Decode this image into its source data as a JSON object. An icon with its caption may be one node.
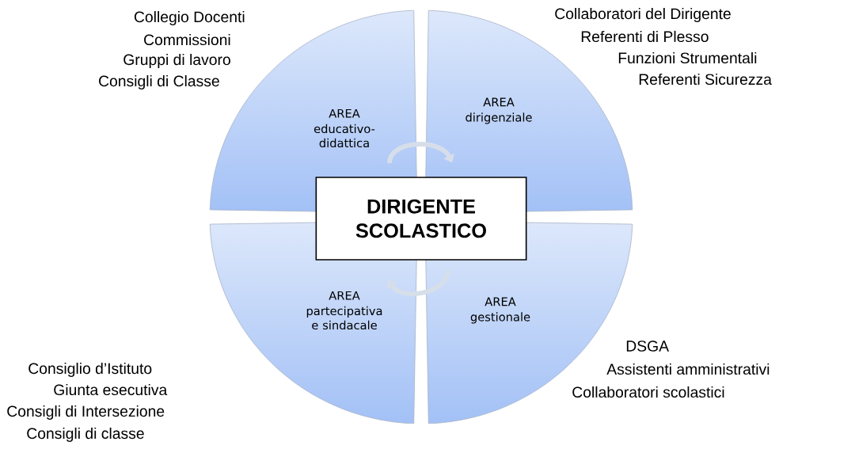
{
  "diagram": {
    "nodes": [
      {
        "text": [
          "AREA",
          "educativo-didattica"
        ],
        "beside": [
          "Collegio Docenti",
          "Commissioni",
          "Gruppi di lavoro",
          "Consigli di Classe"
        ]
      },
      {
        "text": [
          "AREA",
          "dirigenziale"
        ],
        "beside": [
          "Collaboratori del Dirigente",
          "Referenti di Plesso",
          "Funzioni Strumentali",
          "Referenti Sicurezza"
        ]
      },
      {
        "text": [
          "AREA",
          "partecipativa e sindacale"
        ],
        "beside": [
          "Consiglio d’Istituto",
          "Giunta esecutiva",
          "Consigli di Intersezione",
          "Consigli di classe"
        ]
      },
      {
        "text": [
          "AREA",
          "gestionale"
        ],
        "beside": [
          "DSGA",
          "Assistenti amministrativi",
          "Collaboratori scolastici"
        ]
      },
      {
        "text": [
          "DIRIGENTE SCOLASTICO"
        ]
      }
    ],
    "edges": [
      {
        "from": 0,
        "to": 1,
        "arrow": "to"
      },
      {
        "from": 3,
        "to": 2,
        "arrow": "to"
      }
    ]
  }
}
